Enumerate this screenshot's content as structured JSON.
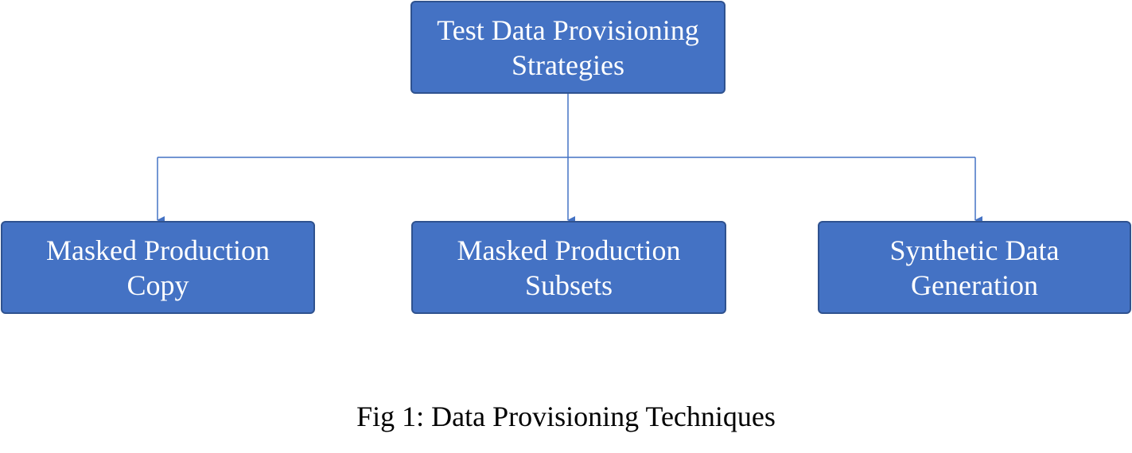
{
  "colors": {
    "node_fill": "#4472c4",
    "node_border": "#2f528f",
    "node_text": "#ffffff",
    "connector": "#4472c4",
    "caption_text": "#000000"
  },
  "root": {
    "line1": "Test Data Provisioning",
    "line2": "Strategies"
  },
  "children": [
    {
      "line1": "Masked Production",
      "line2": "Copy"
    },
    {
      "line1": "Masked Production",
      "line2": "Subsets"
    },
    {
      "line1": "Synthetic Data",
      "line2": "Generation"
    }
  ],
  "caption": "Fig 1: Data Provisioning Techniques"
}
